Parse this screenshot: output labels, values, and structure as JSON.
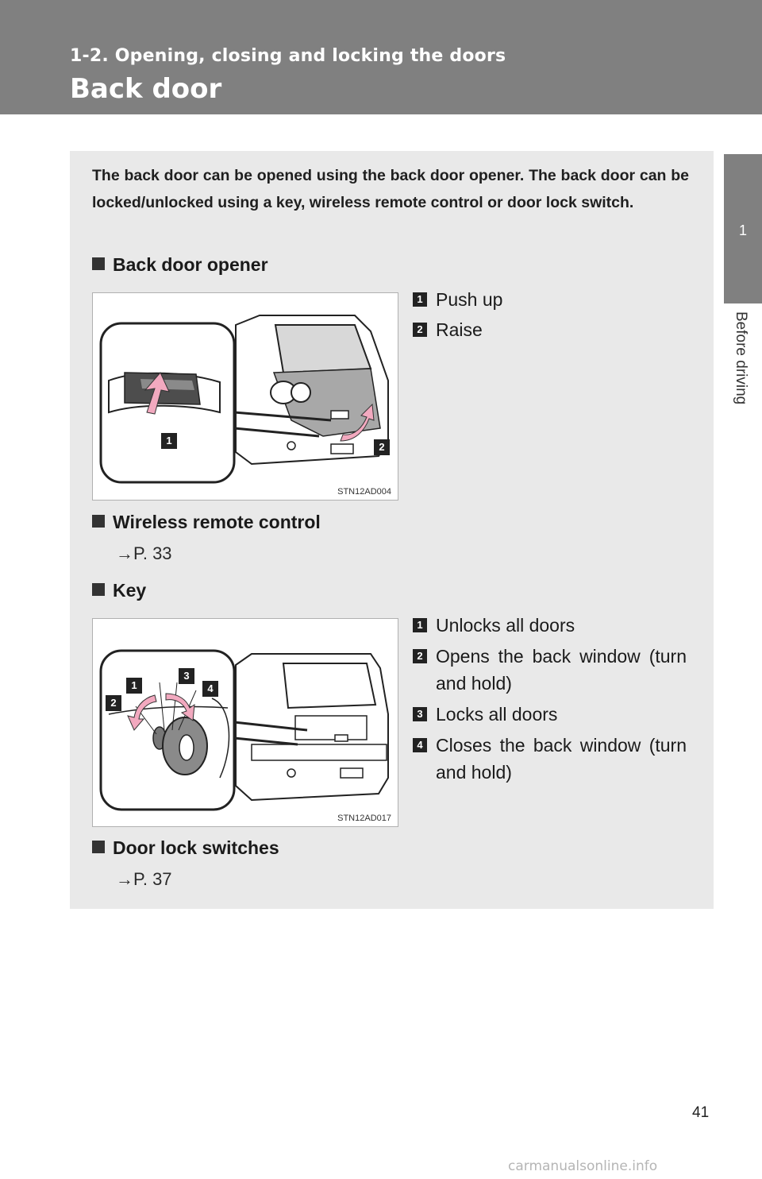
{
  "header": {
    "subtitle": "1-2. Opening, closing and locking the doors",
    "title": "Back door"
  },
  "side_tab": {
    "number": "1",
    "label": "Before driving"
  },
  "intro": "The back door can be opened using the back door opener. The back door can be locked/unlocked using a key, wireless remote control or door lock switch.",
  "sections": {
    "opener": {
      "heading": "Back door opener",
      "figure_code": "STN12AD004",
      "steps": [
        {
          "num": "1",
          "text": "Push up"
        },
        {
          "num": "2",
          "text": "Raise"
        }
      ]
    },
    "remote": {
      "heading": "Wireless remote control",
      "ref": "→P. 33"
    },
    "key": {
      "heading": "Key",
      "figure_code": "STN12AD017",
      "steps": [
        {
          "num": "1",
          "text": "Unlocks all doors"
        },
        {
          "num": "2",
          "text": "Opens the back window (turn and hold)"
        },
        {
          "num": "3",
          "text": "Locks all doors"
        },
        {
          "num": "4",
          "text": "Closes the back window (turn and hold)"
        }
      ]
    },
    "switches": {
      "heading": "Door lock switches",
      "ref": "→P. 37"
    }
  },
  "page_number": "41",
  "watermark": "carmanualsonline.info",
  "colors": {
    "header_bg": "#808080",
    "panel_bg": "#e9e9e9",
    "arrow_pink": "#f2a9bf"
  }
}
